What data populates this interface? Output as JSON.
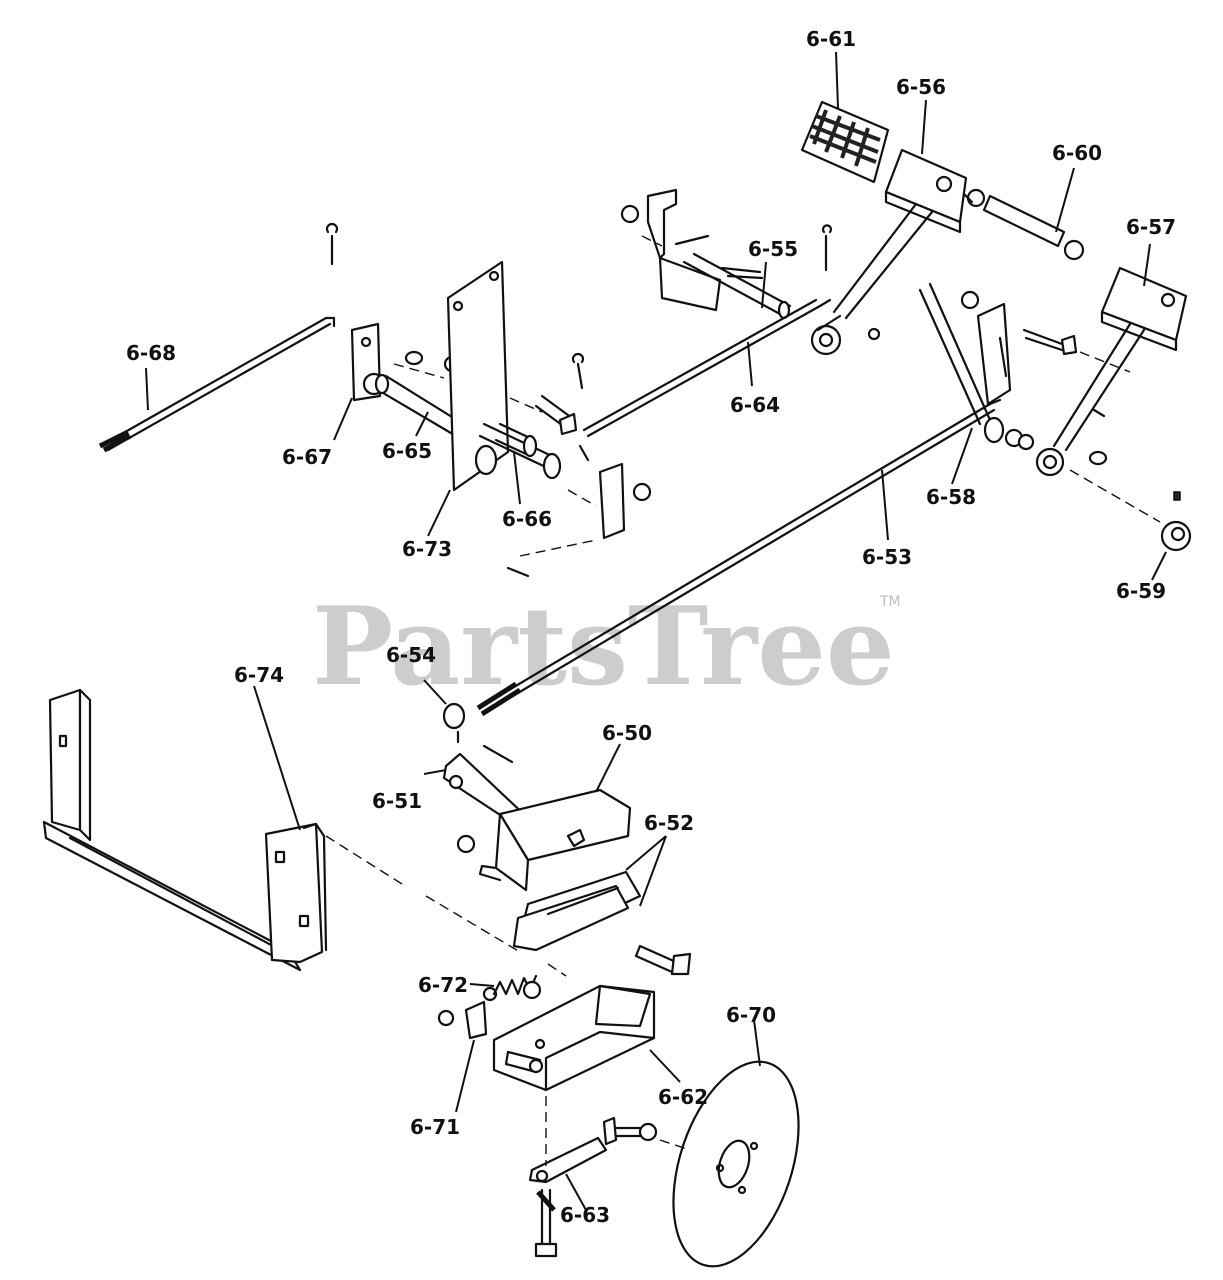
{
  "watermark": {
    "text": "PartsTree",
    "mark": "TM"
  },
  "callouts": {
    "p61": "6-61",
    "p56": "6-56",
    "p60": "6-60",
    "p57": "6-57",
    "p55": "6-55",
    "p68": "6-68",
    "p64": "6-64",
    "p67": "6-67",
    "p65": "6-65",
    "p66": "6-66",
    "p73": "6-73",
    "p58": "6-58",
    "p53": "6-53",
    "p59": "6-59",
    "p54": "6-54",
    "p74": "6-74",
    "p50": "6-50",
    "p51": "6-51",
    "p52": "6-52",
    "p72": "6-72",
    "p62": "6-62",
    "p70": "6-70",
    "p71": "6-71",
    "p63": "6-63"
  }
}
